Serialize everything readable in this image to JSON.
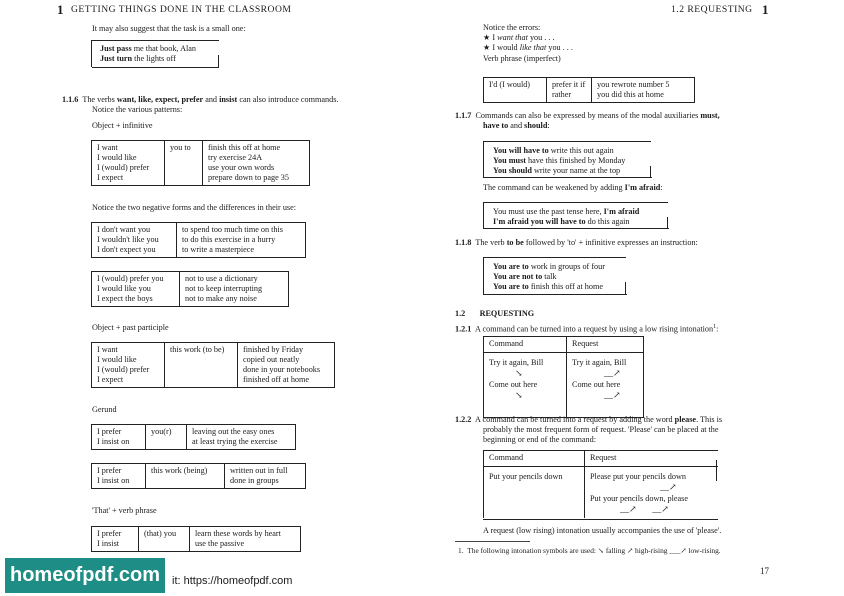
{
  "left_page": {
    "header": {
      "num": "1",
      "title": "GETTING THINGS DONE IN THE CLASSROOM"
    },
    "intro": "It may also suggest that the task is a small one:",
    "box_small": [
      {
        "bold": "Just pass",
        "rest": " me that book, Alan"
      },
      {
        "bold": "Just turn",
        "rest": " the lights off"
      }
    ],
    "s116": {
      "num": "1.1.6",
      "pre": "The verbs ",
      "verbs": "want, like, expect, prefer",
      "and": " and ",
      "insist": "insist",
      "post": " can also introduce commands.",
      "line2": "Notice the various patterns:"
    },
    "obj_inf": "Object + infinitive",
    "table1": {
      "col1": [
        "I want",
        "I would like",
        "I (would) prefer",
        "I expect"
      ],
      "col2": "you to",
      "col3": [
        "finish this off at home",
        "try exercise 24A",
        "use your own words",
        "prepare down to page 35"
      ]
    },
    "neg_intro": "Notice the two negative forms and the differences in their use:",
    "table2": {
      "col1": [
        "I don't want you",
        "I wouldn't like you",
        "I don't expect you"
      ],
      "col2": [
        "to spend too much time on this",
        "to do this exercise in a hurry",
        "to write a masterpiece"
      ]
    },
    "table3": {
      "col1": [
        "I (would) prefer you",
        "I would like you",
        "I expect the boys"
      ],
      "col2": [
        "not to use a dictionary",
        "not to keep interrupting",
        "not to make any noise"
      ]
    },
    "obj_pp": "Object + past participle",
    "table4": {
      "col1": [
        "I want",
        "I would like",
        "I (would) prefer",
        "I expect"
      ],
      "col2": "this work (to be)",
      "col3": [
        "finished by Friday",
        "copied out neatly",
        "done in your notebooks",
        "finished off at home"
      ]
    },
    "gerund": "Gerund",
    "table5": {
      "col1": [
        "I prefer",
        "I insist on"
      ],
      "col2": "you(r)",
      "col3": [
        "leaving out the easy ones",
        "at least trying the exercise"
      ]
    },
    "table6": {
      "col1": [
        "I prefer",
        "I insist on"
      ],
      "col2": "this work (being)",
      "col3": [
        "written out in full",
        "done in groups"
      ]
    },
    "that_vp": "'That' + verb phrase",
    "table7": {
      "col1": [
        "I prefer",
        "I insist"
      ],
      "col2": "(that) you",
      "col3": [
        "learn these words by heart",
        "use the passive"
      ]
    }
  },
  "right_page": {
    "header": {
      "num": "1",
      "title": "1.2  REQUESTING"
    },
    "errors_label": "Notice the errors:",
    "error1": {
      "star": "★",
      "pre": "I ",
      "it": "want that",
      "post": " you . . ."
    },
    "error2": {
      "star": "★",
      "pre": "I would ",
      "it": "like that",
      "post": " you . . ."
    },
    "vp_label": "Verb phrase (imperfect)",
    "table_vp": {
      "c1": "I'd (I would)",
      "c2": [
        "prefer it if",
        "rather"
      ],
      "c3": [
        "you rewrote number 5",
        "you did this at home"
      ]
    },
    "s117": {
      "num": "1.1.7",
      "text1": "Commands can also be expressed by means of the modal auxiliaries ",
      "b1": "must,",
      "line2b": "have to",
      "and": " and ",
      "b2": "should",
      "colon": ":"
    },
    "modal_box": [
      {
        "bold": "You will have to",
        "rest": " write this out again"
      },
      {
        "bold": "You must",
        "rest": " have this finished by Monday"
      },
      {
        "bold": "You should",
        "rest": " write your name at the top"
      }
    ],
    "weaken": {
      "pre": "The command can be weakened by adding ",
      "b": "I'm afraid",
      "post": ":"
    },
    "afraid_box": [
      {
        "pre": "You must use the past tense here, ",
        "bold": "I'm afraid"
      },
      {
        "bold": "I'm afraid you will have to",
        "rest": " do this again"
      }
    ],
    "s118": {
      "num": "1.1.8",
      "pre": "The verb ",
      "b": "to be",
      "post": " followed by 'to' + infinitive expresses an instruction:"
    },
    "be_box": [
      {
        "bold": "You are to",
        "rest": " work in groups of four"
      },
      {
        "bold": "You are not to",
        "rest": " talk"
      },
      {
        "bold": "You are to",
        "rest": " finish this off at home"
      }
    ],
    "s12": {
      "num": "1.2",
      "title": "REQUESTING"
    },
    "s121": {
      "num": "1.2.1",
      "text": "A command can be turned into a request by using a low rising intonation",
      "sup": "1",
      "colon": ":"
    },
    "table_int": {
      "h1": "Command",
      "h2": "Request",
      "r1c1": "Try it again, Bill",
      "r1c2": "Try it again, Bill",
      "r2c1": "Come out here",
      "r2c2": "Come out here",
      "fall": "↘",
      "rise": "__↗"
    },
    "s122": {
      "num": "1.2.2",
      "pre": "A command can be turned into a request by adding the word ",
      "b": "please",
      "post": ". This is",
      "line2": "probably the most frequent form of request. 'Please'  can be placed at the",
      "line3": "beginning or end of the command:"
    },
    "table_please": {
      "h1": "Command",
      "h2": "Request",
      "c1": "Put your pencils down",
      "c2a": "Please put your pencils down",
      "c2b": "Put your pencils down, please",
      "rise": "__↗"
    },
    "low_rising": "A request (low rising) intonation usually accompanies the use of 'please'.",
    "footnote": {
      "num": "1.",
      "text": "The following intonation symbols are used: ↘ falling   ↗ high-rising   ___↗ low-rising."
    },
    "page_no": "17"
  },
  "watermark": {
    "brand": "homeofpdf.com",
    "url": "it: https://homeofpdf.com"
  }
}
